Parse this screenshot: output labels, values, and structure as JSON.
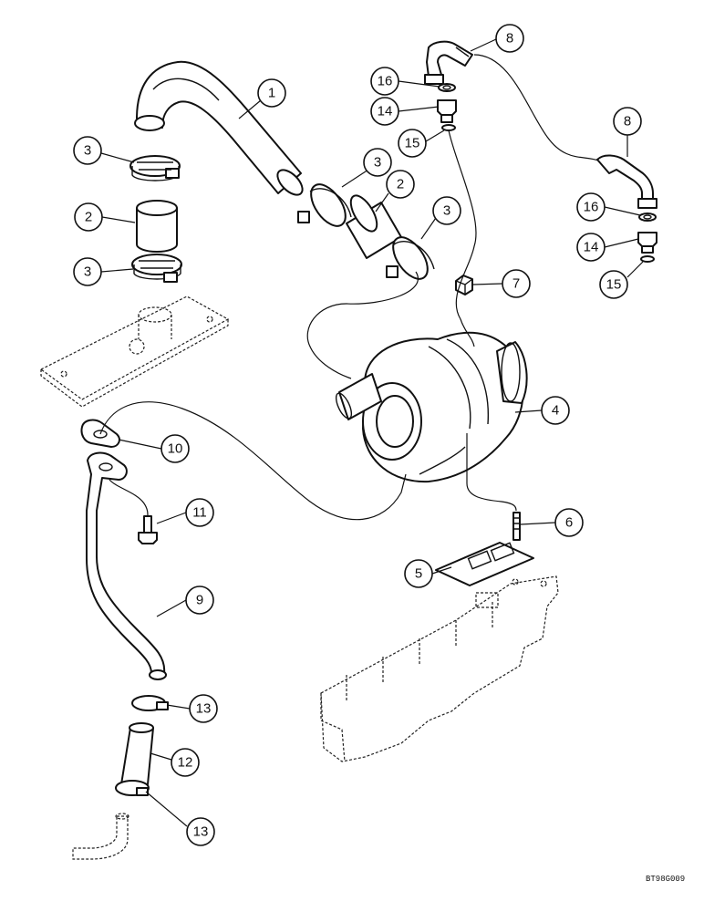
{
  "drawing_code": "BT98G009",
  "callouts": [
    {
      "id": "callout-1",
      "label": "1"
    },
    {
      "id": "callout-2-left",
      "label": "2"
    },
    {
      "id": "callout-2-center",
      "label": "2"
    },
    {
      "id": "callout-3-top-left",
      "label": "3"
    },
    {
      "id": "callout-3-lower-left",
      "label": "3"
    },
    {
      "id": "callout-3-center-upper",
      "label": "3"
    },
    {
      "id": "callout-3-center-lower",
      "label": "3"
    },
    {
      "id": "callout-4",
      "label": "4"
    },
    {
      "id": "callout-5",
      "label": "5"
    },
    {
      "id": "callout-6",
      "label": "6"
    },
    {
      "id": "callout-7",
      "label": "7"
    },
    {
      "id": "callout-8-top",
      "label": "8"
    },
    {
      "id": "callout-8-right",
      "label": "8"
    },
    {
      "id": "callout-9",
      "label": "9"
    },
    {
      "id": "callout-10",
      "label": "10"
    },
    {
      "id": "callout-11",
      "label": "11"
    },
    {
      "id": "callout-12",
      "label": "12"
    },
    {
      "id": "callout-13-upper",
      "label": "13"
    },
    {
      "id": "callout-13-lower",
      "label": "13"
    },
    {
      "id": "callout-14-center",
      "label": "14"
    },
    {
      "id": "callout-14-right",
      "label": "14"
    },
    {
      "id": "callout-15-center",
      "label": "15"
    },
    {
      "id": "callout-15-right",
      "label": "15"
    },
    {
      "id": "callout-16-center",
      "label": "16"
    },
    {
      "id": "callout-16-right",
      "label": "16"
    }
  ]
}
